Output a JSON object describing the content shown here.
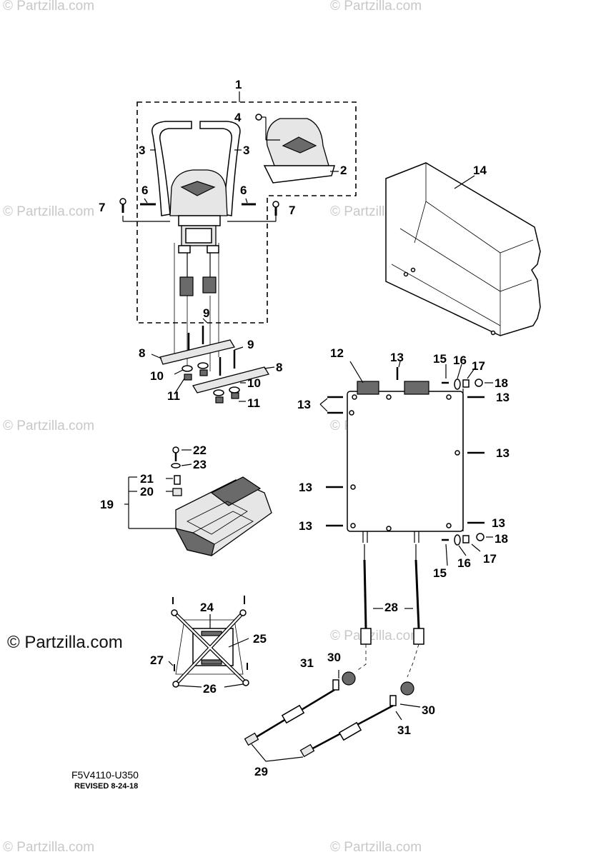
{
  "watermark": {
    "text": "© Partzilla.com",
    "brand_text": "© Partzilla.com"
  },
  "callouts": {
    "c1": "1",
    "c2": "2",
    "c3a": "3",
    "c3b": "3",
    "c4": "4",
    "c6a": "6",
    "c6b": "6",
    "c7a": "7",
    "c7b": "7",
    "c8a": "8",
    "c8b": "8",
    "c9a": "9",
    "c9b": "9",
    "c10a": "10",
    "c10b": "10",
    "c11a": "11",
    "c11b": "11",
    "c12": "12",
    "c13a": "13",
    "c13b": "13",
    "c13c": "13",
    "c13d": "13",
    "c13e": "13",
    "c13f": "13",
    "c13g": "13",
    "c14": "14",
    "c15a": "15",
    "c15b": "15",
    "c16a": "16",
    "c16b": "16",
    "c17a": "17",
    "c17b": "17",
    "c18a": "18",
    "c18b": "18",
    "c19": "19",
    "c20": "20",
    "c21": "21",
    "c22": "22",
    "c23": "23",
    "c24": "24",
    "c25": "25",
    "c26": "26",
    "c27": "27",
    "c28": "28",
    "c29": "29",
    "c30a": "30",
    "c30b": "30",
    "c31a": "31",
    "c31b": "31"
  },
  "footer": {
    "diagram_code": "F5V4110-U350",
    "revised": "REVISED 8-24-18"
  }
}
